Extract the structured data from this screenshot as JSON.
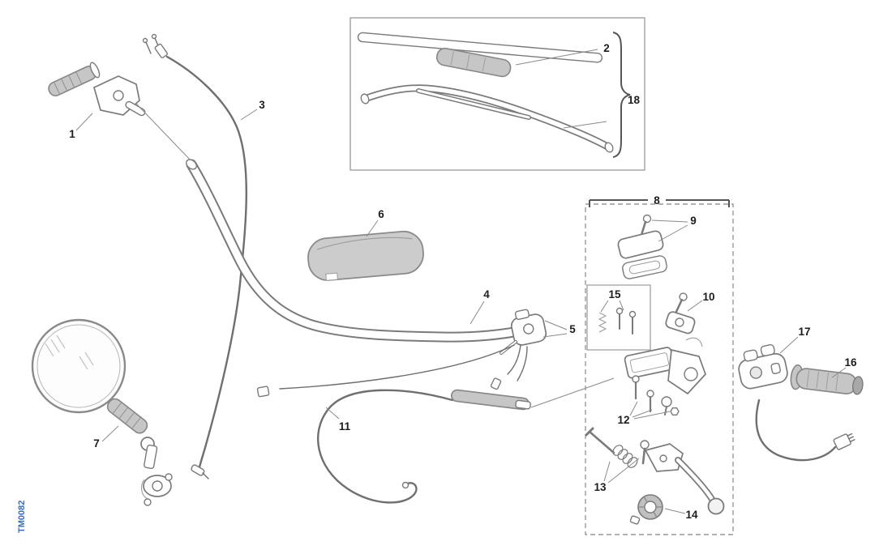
{
  "figure_code": "TM0082",
  "colors": {
    "accent": "#2f6bd0",
    "line": "#7a7a7a",
    "fill_gray": "#c6c6c6",
    "background": "#ffffff"
  },
  "callouts": {
    "c1": "1",
    "c2": "2",
    "c3": "3",
    "c4": "4",
    "c5": "5",
    "c6": "6",
    "c7": "7",
    "c8": "8",
    "c9": "9",
    "c10": "10",
    "c11": "11",
    "c12": "12",
    "c13": "13",
    "c14": "14",
    "c15": "15",
    "c16": "16",
    "c17": "17",
    "c18": "18"
  }
}
